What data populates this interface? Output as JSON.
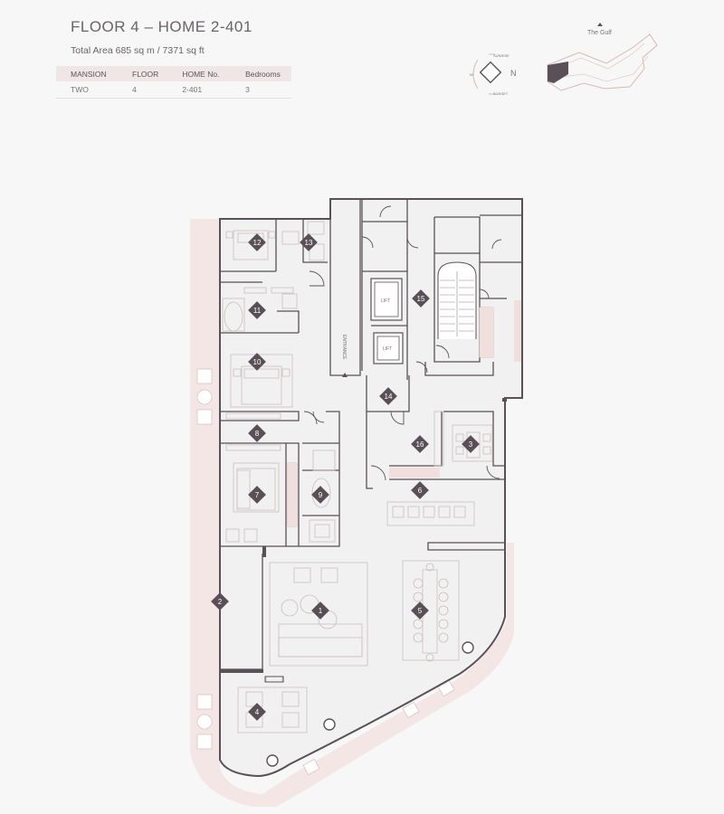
{
  "title": "FLOOR 4 – HOME 2-401",
  "total_area": "Total Area 685 sq m / 7371 sq ft",
  "info_table": {
    "headers": [
      "MANSION",
      "FLOOR",
      "HOME No.",
      "Bedrooms"
    ],
    "row": [
      "TWO",
      "4",
      "2-401",
      "3"
    ]
  },
  "compass": {
    "north": "N",
    "sunrise": "SUNRISE",
    "sunset": "SUNSET",
    "west": "W"
  },
  "key_plan": {
    "label": "The Gulf"
  },
  "plan": {
    "entrance": "ENTRANCE",
    "lift_label": "LIFT",
    "markers": [
      "1",
      "2",
      "3",
      "4",
      "5",
      "6",
      "7",
      "8",
      "9",
      "10",
      "11",
      "12",
      "13",
      "14",
      "15",
      "16"
    ]
  },
  "colors": {
    "wall": "#5a5158",
    "terrace": "#f3e6e4",
    "marker": "#5a4f57",
    "accent": "#c9a9a6"
  }
}
